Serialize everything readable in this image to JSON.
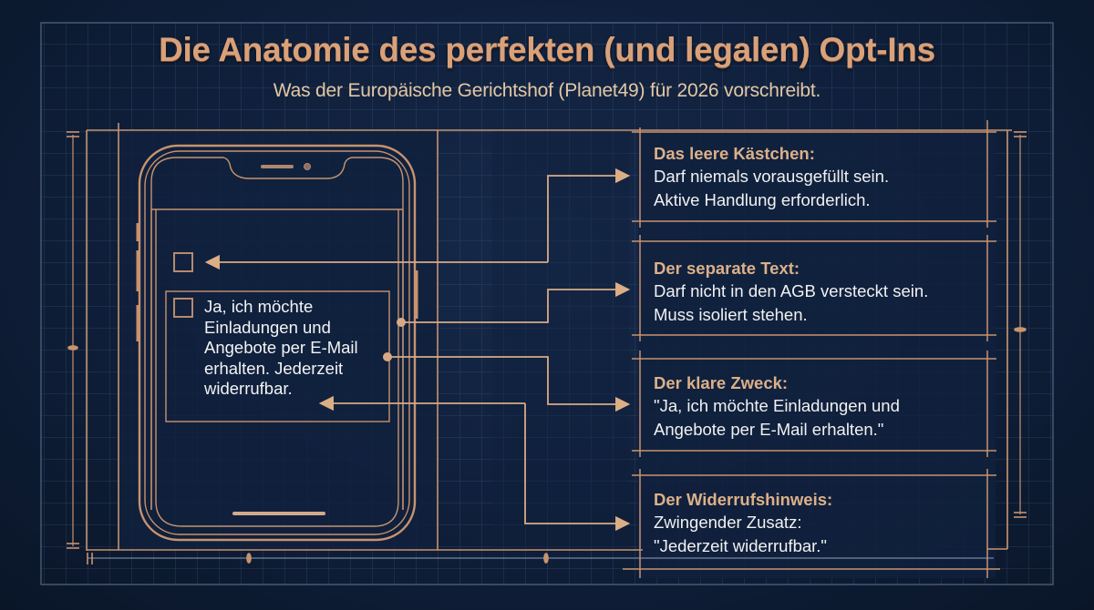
{
  "header": {
    "title": "Die Anatomie des perfekten (und legalen) Opt-Ins",
    "subtitle": "Was der Europäische Gerichtshof (Planet49) für 2026 vorschreibt."
  },
  "phone_mockup": {
    "standalone_checkbox": {
      "checked": false
    },
    "consent_checkbox": {
      "checked": false
    },
    "consent_text": "Ja, ich möchte Einladungen und Angebote per E-Mail erhalten. Jederzeit widerrufbar."
  },
  "annotations": [
    {
      "title": "Das leere Kästchen:",
      "line1": "Darf niemals vorausgefüllt sein.",
      "line2": "Aktive Handlung erforderlich."
    },
    {
      "title": "Der separate Text:",
      "line1": "Darf nicht in den AGB versteckt sein.",
      "line2": "Muss isoliert stehen."
    },
    {
      "title": "Der klare Zweck:",
      "line1": "\"Ja, ich möchte Einladungen und",
      "line2": "Angebote per E-Mail erhalten.\""
    },
    {
      "title": "Der Widerrufshinweis:",
      "line1": "Zwingender Zusatz:",
      "line2": "\"Jederzeit widerrufbar.\""
    }
  ],
  "colors": {
    "background": "#0f1f3a",
    "copper": "#c8936f",
    "copper_light": "#dcb088",
    "grid": "#3b5275",
    "text": "#f1f1f1"
  }
}
